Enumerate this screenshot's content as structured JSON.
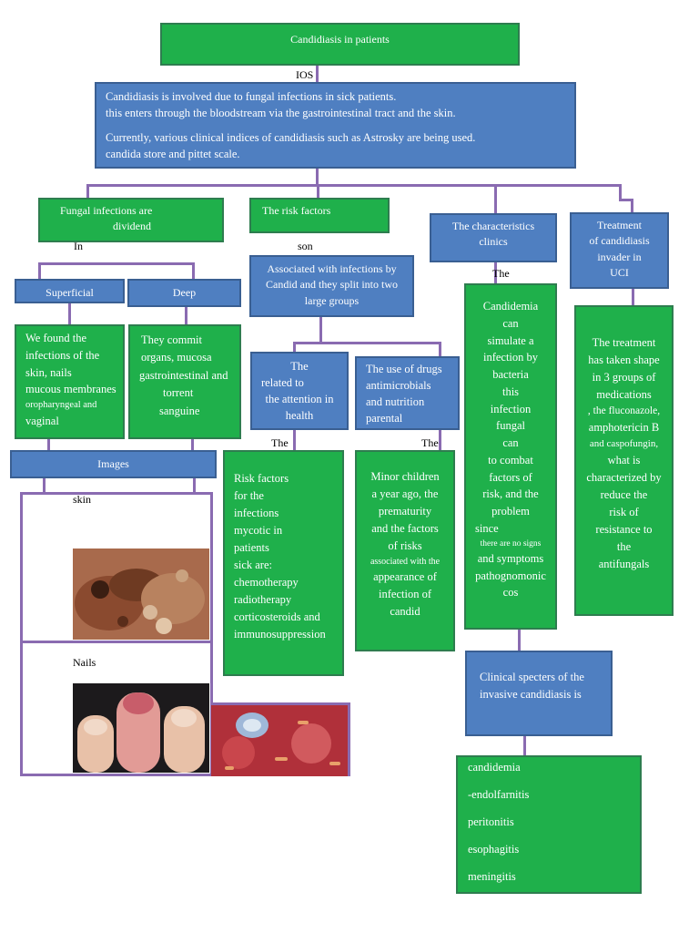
{
  "title": "Candidiasis in patients",
  "label_ios": "IOS",
  "intro": {
    "line1": "Candidiasis is involved due to fungal infections in sick patients.",
    "line2": "this enters through the bloodstream via the gastrointestinal tract and the skin.",
    "line3": "Currently, various clinical indices of candidiasis such as Astrosky are being used.",
    "line4": "candida store and pittet scale."
  },
  "branch1": {
    "title_line1": "Fungal infections are",
    "title_line2": "dividend",
    "connector": "In",
    "superficial": "Superficial",
    "deep": "Deep",
    "superficial_desc": [
      "We found the",
      "infections of the",
      "skin, nails",
      "mucous membranes",
      "oropharyngeal and",
      "vaginal"
    ],
    "deep_desc": [
      "They commit",
      "organs, mucosa",
      "gastrointestinal and",
      "torrent",
      "sanguine"
    ],
    "images_title": "Images",
    "skin_label": "skin",
    "nails_label": "Nails"
  },
  "branch2": {
    "title": "The risk factors",
    "connector": "son",
    "groups": [
      "Associated with infections by",
      "Candid and they split into two",
      "large groups"
    ],
    "related": [
      "The",
      "related to",
      "the attention in",
      "health"
    ],
    "drugs": [
      "The use of drugs",
      "antimicrobials",
      "and nutrition",
      "parental"
    ],
    "label_the1": "The",
    "label_the2": "The",
    "risk_list": [
      "Risk factors",
      "for the",
      "infections",
      "mycotic in",
      "patients",
      "sick are:",
      "chemotherapy",
      "radiotherapy",
      "corticosteroids and",
      "immunosuppression"
    ],
    "minor": [
      "Minor children",
      "a year ago, the",
      "prematurity",
      "and the factors",
      "of risks",
      "associated with the",
      "appearance of",
      "infection of",
      "candid"
    ]
  },
  "branch3": {
    "title": [
      "The characteristics",
      "clinics"
    ],
    "connector": "The",
    "candidemia": [
      "Candidemia",
      "can",
      "simulate a",
      "infection by",
      "bacteria",
      "this",
      "infection",
      "fungal",
      "can",
      "to combat",
      "factors of",
      "risk, and the",
      "problem",
      "since",
      "there are no signs",
      "and symptoms",
      "pathognomonic",
      "cos"
    ],
    "specters": [
      "Clinical specters of the",
      "invasive candidiasis is"
    ],
    "specters_list": [
      "candidemia",
      "-endolfarnitis",
      "peritonitis",
      "esophagitis",
      "meningitis"
    ]
  },
  "branch4": {
    "title": [
      "Treatment",
      "of candidiasis",
      "invader in",
      "UCI"
    ],
    "treatment": [
      "The treatment",
      "has taken shape",
      "in 3 groups of",
      "medications",
      ", the fluconazole,",
      "amphotericin B",
      "and caspofungin,",
      "what is",
      "characterized by",
      "reduce the",
      "risk of",
      "resistance to",
      "the",
      "antifungals"
    ]
  },
  "colors": {
    "green": "#1fb04b",
    "blue": "#4f7fc1",
    "connector": "#8a6bb1"
  }
}
